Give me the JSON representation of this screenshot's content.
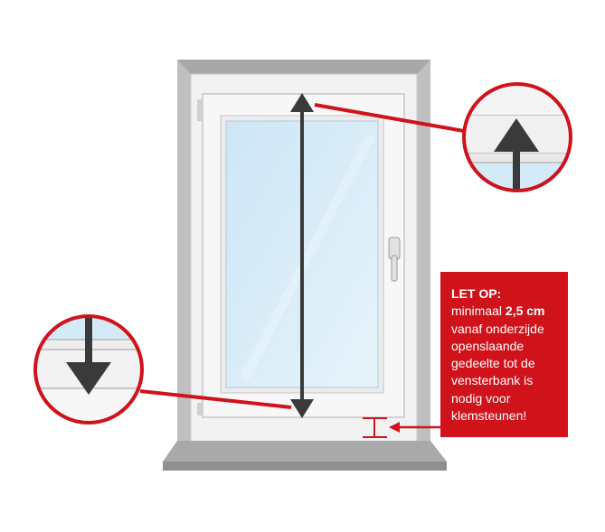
{
  "note": {
    "title": "LET OP:",
    "line1_pre": "minimaal ",
    "line1_bold": "2,5 cm",
    "rest": "vanaf onderzijde openslaande gedeelte tot de vensterbank is nodig voor klemsteunen!"
  },
  "colors": {
    "accent": "#d0121b",
    "arrow": "#3a3a3a",
    "glass": "#d6ecf8",
    "frame": "#f4f4f4",
    "sill": "#a0a0a0"
  },
  "icons": [
    "measure-arrow-icon",
    "up-arrow-icon",
    "down-arrow-icon",
    "gap-marker-icon",
    "window-handle-icon"
  ]
}
